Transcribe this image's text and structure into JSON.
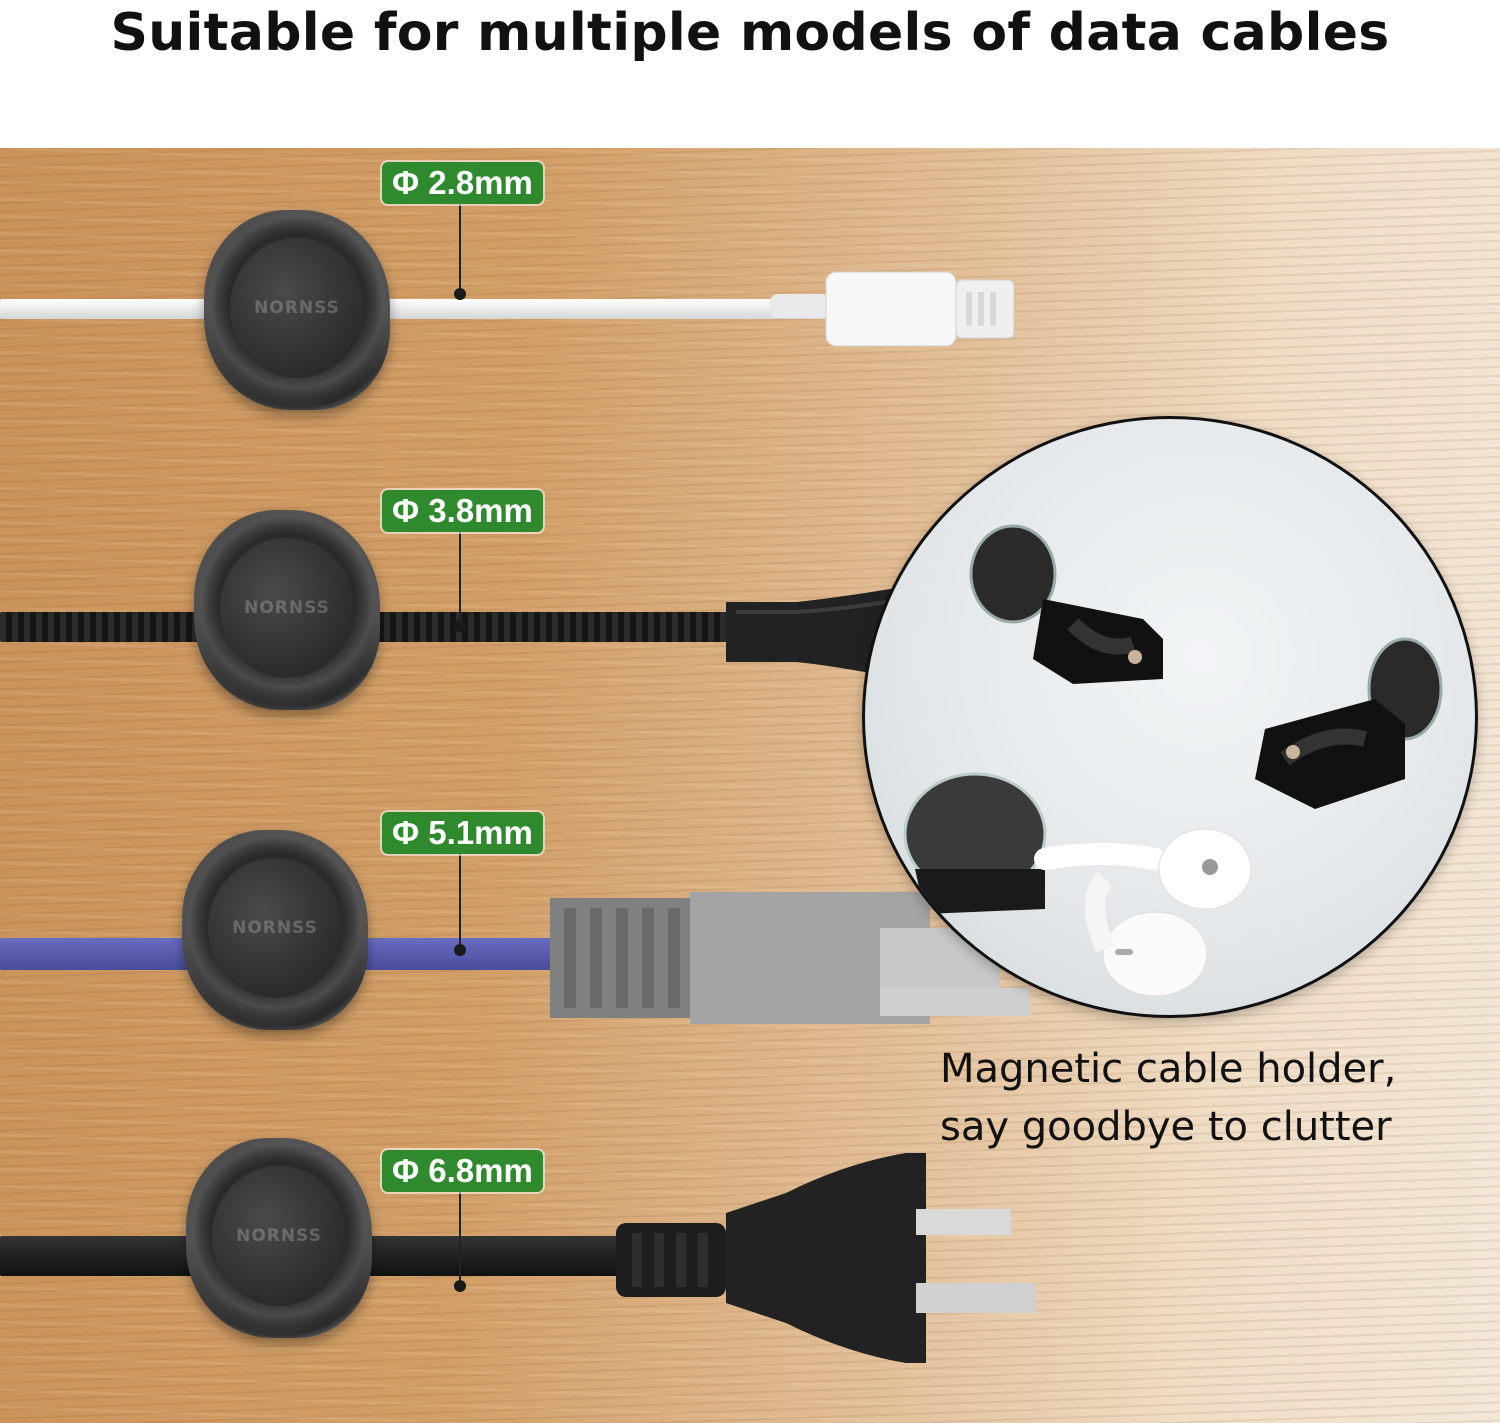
{
  "headline": "Suitable for multiple models of data cables",
  "clip_brand": "NORNSS",
  "cables": [
    {
      "diameter": "Φ 2.8mm",
      "type": "lightning-cable",
      "color": "#ececec"
    },
    {
      "diameter": "Φ 3.8mm",
      "type": "braided-usb-cable",
      "color": "#1e1e1e"
    },
    {
      "diameter": "Φ 5.1mm",
      "type": "ethernet-cable",
      "color": "#5558a8"
    },
    {
      "diameter": "Φ 6.8mm",
      "type": "power-plug-cable",
      "color": "#1a1a1a"
    }
  ],
  "badge_color": "#2f8a2e",
  "caption": {
    "line1": "Magnetic cable holder,",
    "line2": "say goodbye to clutter"
  }
}
